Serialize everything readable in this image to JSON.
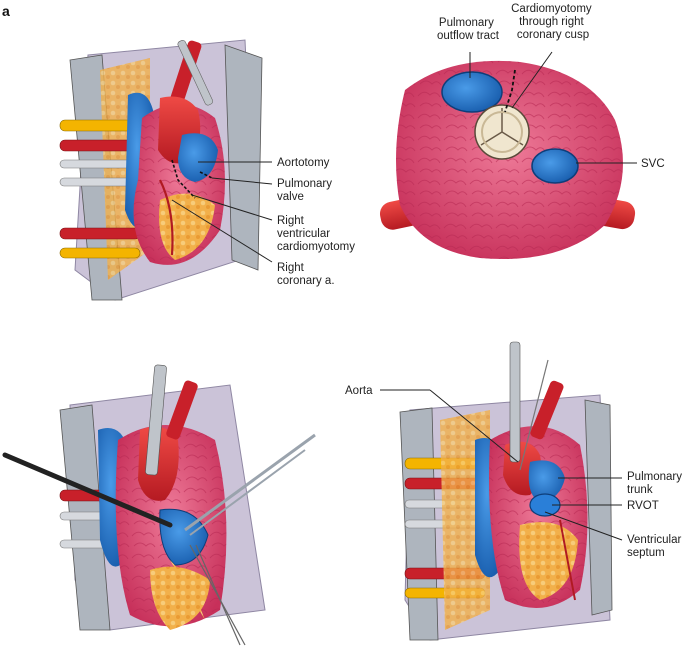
{
  "figure": {
    "panel_letter": "a",
    "panels": [
      {
        "id": "top-left",
        "labels": [
          {
            "key": "aortotomy",
            "text": [
              "Aortotomy"
            ]
          },
          {
            "key": "pulmonary-valve",
            "text": [
              "Pulmonary",
              "valve"
            ]
          },
          {
            "key": "rv-cardiomyotomy",
            "text": [
              "Right",
              "ventricular",
              "cardiomyotomy"
            ]
          },
          {
            "key": "right-coronary",
            "text": [
              "Right",
              "coronary a."
            ]
          }
        ]
      },
      {
        "id": "top-right",
        "labels": [
          {
            "key": "pulmonary-outflow",
            "text": [
              "Pulmonary",
              "outflow tract"
            ]
          },
          {
            "key": "cardiomyotomy-cusp",
            "text": [
              "Cardiomyotomy",
              "through right",
              "coronary cusp"
            ]
          },
          {
            "key": "svc",
            "text": [
              "SVC"
            ]
          }
        ]
      },
      {
        "id": "bottom-left",
        "labels": []
      },
      {
        "id": "bottom-right",
        "labels": [
          {
            "key": "aorta",
            "text": [
              "Aorta"
            ]
          },
          {
            "key": "pulmonary-trunk",
            "text": [
              "Pulmonary",
              "trunk"
            ]
          },
          {
            "key": "rvot",
            "text": [
              "RVOT"
            ]
          },
          {
            "key": "ventricular-septum",
            "text": [
              "Ventricular",
              "septum"
            ]
          }
        ]
      }
    ]
  },
  "colors": {
    "myocardium": "#d9456a",
    "aorta": "#d8232a",
    "blue_vessel": "#1f6fc4",
    "fat": "#f2b04a",
    "drape": "#cfc7dd",
    "retractor": "#9aa3ad",
    "tube_yellow": "#f4b400",
    "tube_red": "#c8202a"
  }
}
